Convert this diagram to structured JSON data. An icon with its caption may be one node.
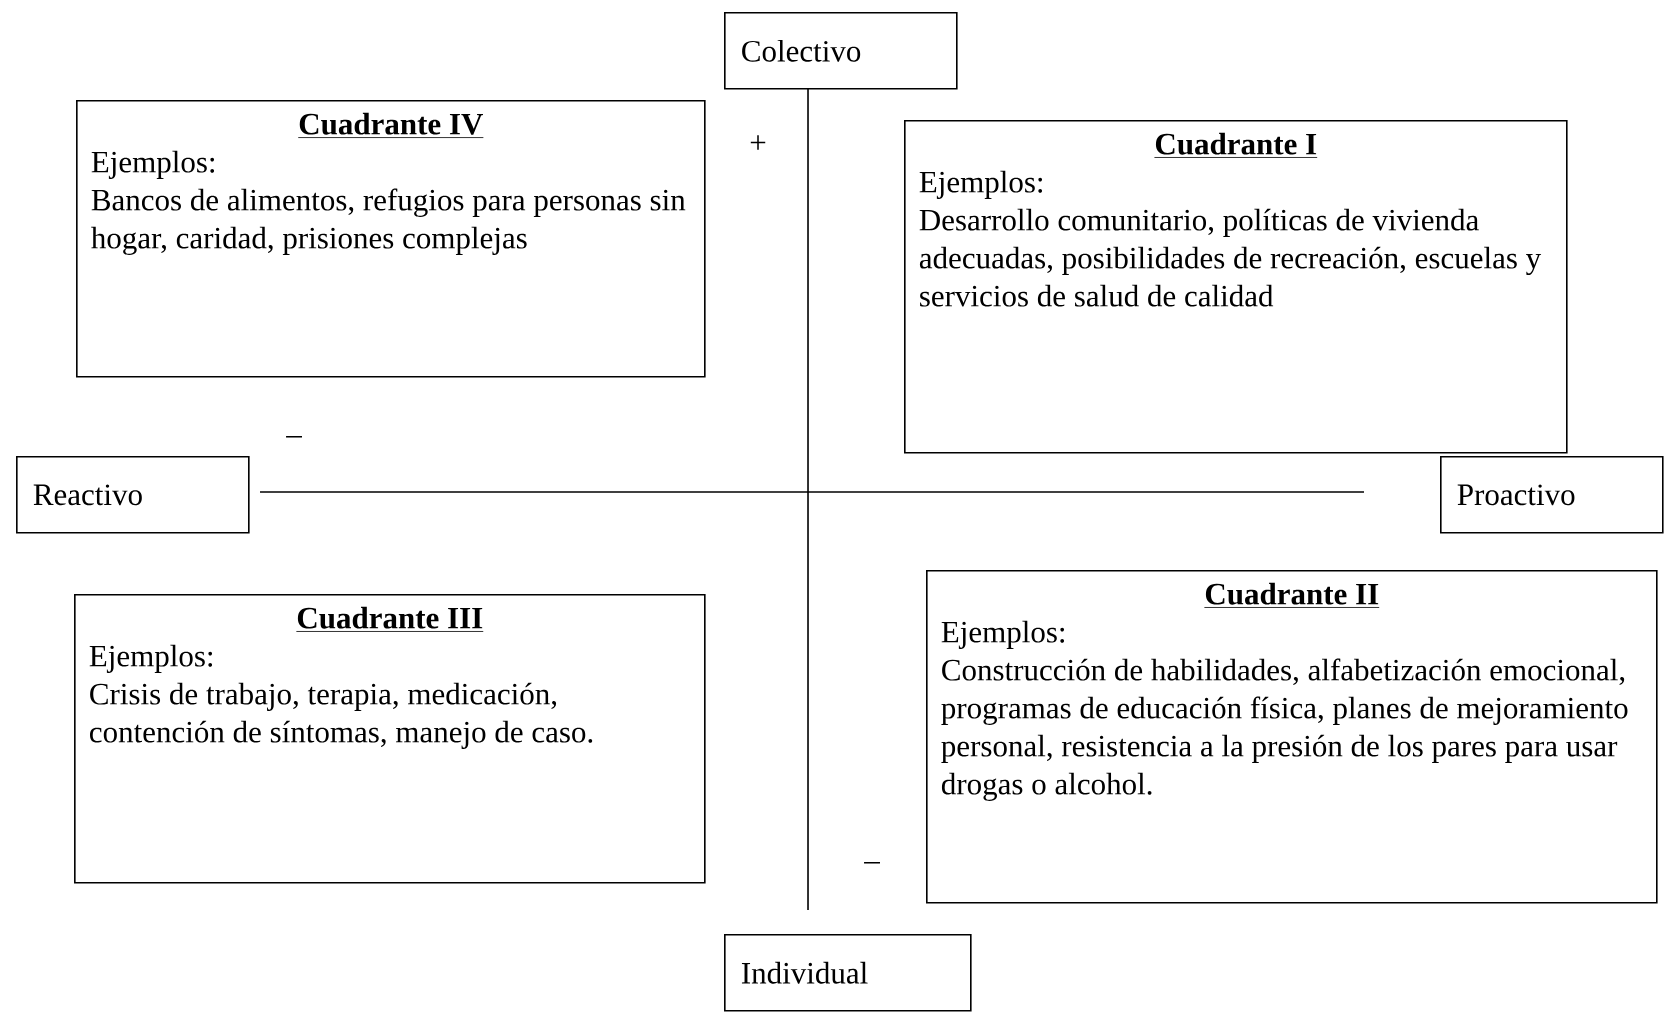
{
  "diagram": {
    "nodes": [
      {
        "text": [
          "Colectivo"
        ]
      },
      {
        "text": [
          "Cuadrante IV",
          "Ejemplos:",
          "Bancos de alimentos, refugios para personas sin hogar, caridad, prisiones complejas"
        ]
      },
      {
        "text": [
          "Cuadrante I",
          "Ejemplos:",
          "Desarrollo comunitario, políticas de vivienda adecuadas, posibilidades de recreación, escuelas y servicios de salud de calidad"
        ]
      },
      {
        "text": [
          "Reactivo"
        ]
      },
      {
        "text": [
          "Proactivo"
        ]
      },
      {
        "text": [
          "Cuadrante III",
          "Ejemplos:",
          "Crisis de trabajo, terapia, medicación, contención de síntomas, manejo de caso."
        ]
      },
      {
        "text": [
          "Cuadrante II",
          "Ejemplos:",
          "Construcción de habilidades, alfabetización emocional, programas de educación física, planes de mejoramiento personal, resistencia a la presión de los pares para usar drogas o alcohol."
        ]
      },
      {
        "text": [
          "Individual"
        ]
      }
    ],
    "labels": [
      "+",
      "–",
      "–"
    ]
  }
}
